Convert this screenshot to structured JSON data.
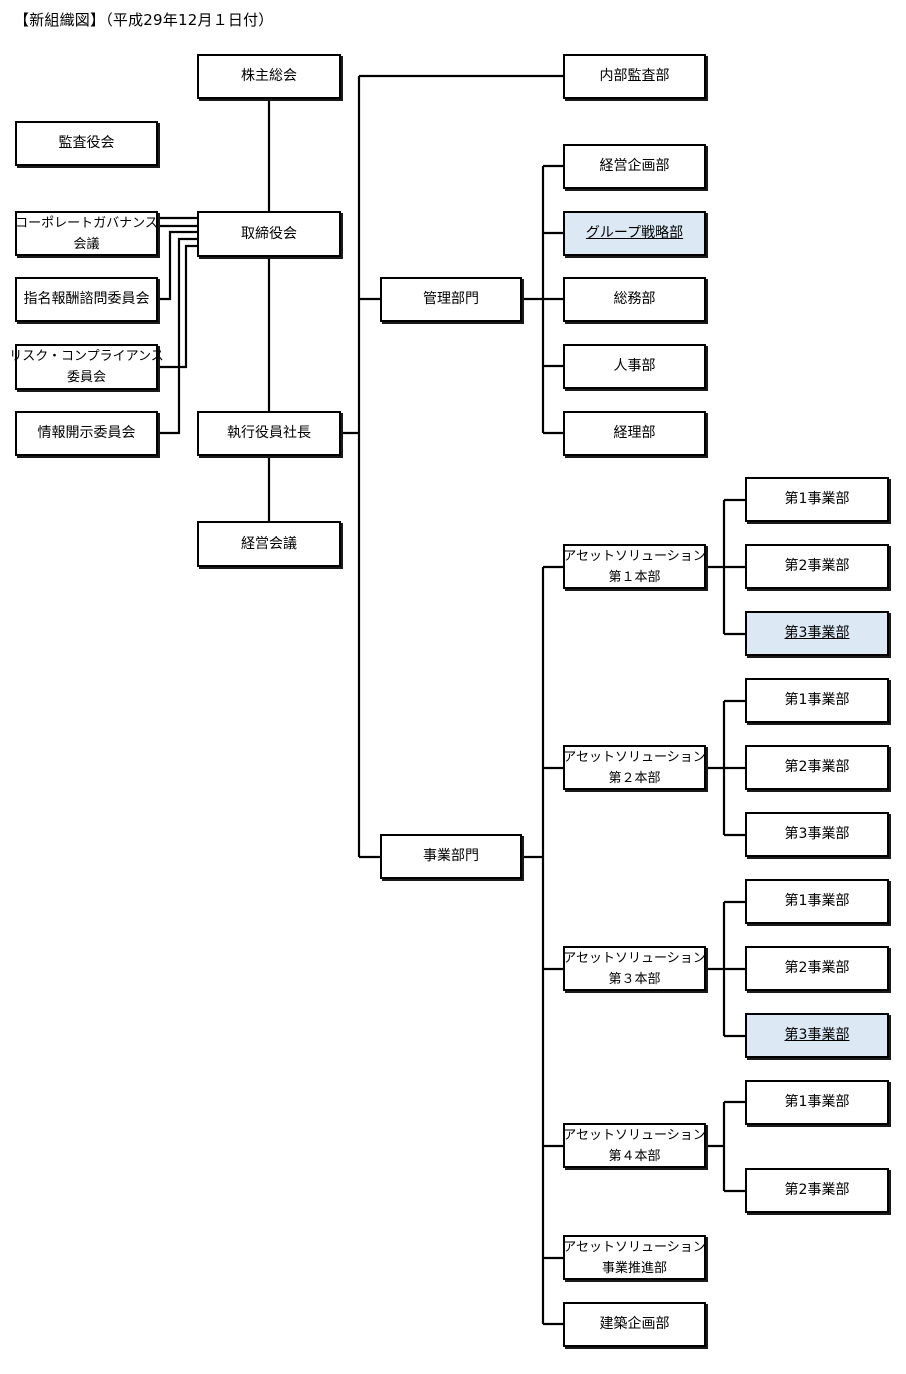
{
  "title": "【新組織図】（平成29年12月１日付）",
  "colors": {
    "line": "#000000",
    "highlight_fill": "#dce9f5"
  },
  "nodes": {
    "shareholders_meeting": "株主総会",
    "audit_board": "監査役会",
    "governance_meeting": [
      "コーポレートガバナンス",
      "会議"
    ],
    "nomination_committee": "指名報酬諮問委員会",
    "risk_committee": [
      "リスク・コンプライアンス",
      "委員会"
    ],
    "disclosure_committee": "情報開示委員会",
    "board_of_directors": "取締役会",
    "president": "執行役員社長",
    "management_meeting": "経営会議",
    "internal_audit": "内部監査部",
    "admin_division": "管理部門",
    "corporate_planning": "経営企画部",
    "group_strategy": "グループ戦略部",
    "general_affairs": "総務部",
    "human_resources": "人事部",
    "accounting": "経理部",
    "business_division": "事業部門",
    "hq1": [
      "アセットソリューション",
      "第１本部"
    ],
    "hq2": [
      "アセットソリューション",
      "第２本部"
    ],
    "hq3": [
      "アセットソリューション",
      "第３本部"
    ],
    "hq4": [
      "アセットソリューション",
      "第４本部"
    ],
    "business_promotion": [
      "アセットソリューション",
      "事業推進部"
    ],
    "architecture_planning": "建築企画部",
    "hq1_dept1": "第1事業部",
    "hq1_dept2": "第2事業部",
    "hq1_dept3": "第3事業部",
    "hq2_dept1": "第1事業部",
    "hq2_dept2": "第2事業部",
    "hq2_dept3": "第3事業部",
    "hq3_dept1": "第1事業部",
    "hq3_dept2": "第2事業部",
    "hq3_dept3": "第3事業部",
    "hq4_dept1": "第1事業部",
    "hq4_dept2": "第2事業部"
  }
}
